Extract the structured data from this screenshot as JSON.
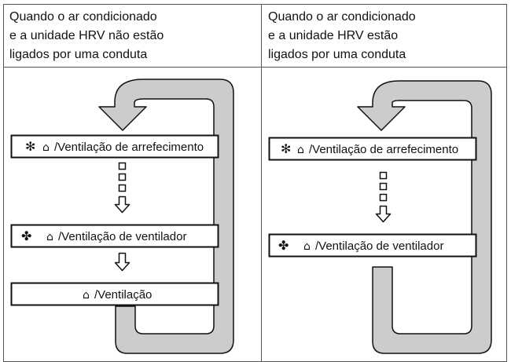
{
  "left": {
    "header": [
      "Quando o ar condicionado",
      "e a unidade HRV não estão",
      "ligados por uma conduta"
    ],
    "boxes": [
      {
        "mode_icon": "snowflake-icon",
        "mode_glyph": "✻",
        "vent_icon": "ventilation-icon",
        "vent_glyph": "⌂",
        "text": "/Ventilação de arrefecimento"
      },
      {
        "mode_icon": "fan-icon",
        "mode_glyph": "✤",
        "vent_icon": "ventilation-icon",
        "vent_glyph": "⌂",
        "text": "/Ventilação de ventilador"
      },
      {
        "mode_icon": "",
        "mode_glyph": "",
        "vent_icon": "ventilation-icon",
        "vent_glyph": "⌂",
        "text": "/Ventilação"
      }
    ]
  },
  "right": {
    "header": [
      "Quando o ar condicionado",
      "e a unidade HRV estão",
      "ligados por uma conduta"
    ],
    "boxes": [
      {
        "mode_icon": "snowflake-icon",
        "mode_glyph": "✻",
        "vent_icon": "ventilation-icon",
        "vent_glyph": "⌂",
        "text": "/Ventilação de arrefecimento"
      },
      {
        "mode_icon": "fan-icon",
        "mode_glyph": "✤",
        "vent_icon": "ventilation-icon",
        "vent_glyph": "⌂",
        "text": "/Ventilação de ventilador"
      }
    ]
  },
  "colors": {
    "loop_fill": "#cccccc",
    "stroke": "#111111",
    "border": "#555555"
  }
}
